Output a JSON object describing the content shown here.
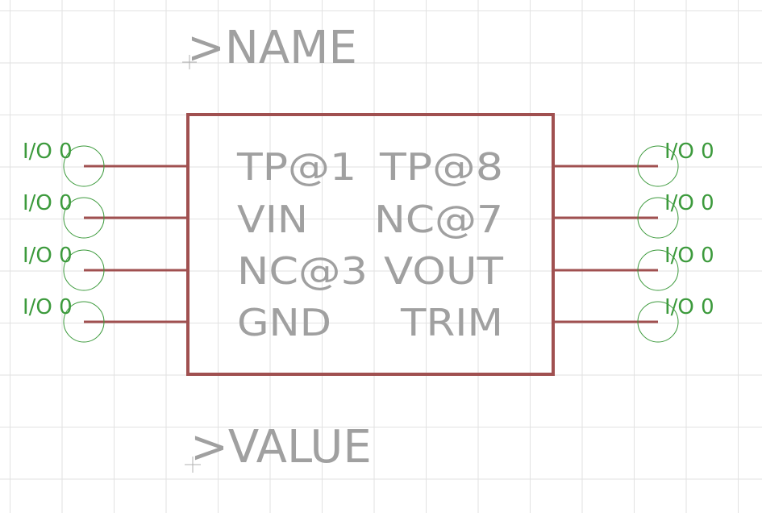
{
  "symbol": {
    "name_placeholder": ">NAME",
    "value_placeholder": ">VALUE",
    "pins_left": [
      "TP@1",
      "VIN",
      "NC@3",
      "GND"
    ],
    "pins_right": [
      "TP@8",
      "NC@7",
      "VOUT",
      "TRIM"
    ],
    "pin_io_label": "I/O 0"
  },
  "colors": {
    "background": "#ffffff",
    "grid": "#e2e2e2",
    "body_outline": "#a05050",
    "pin_line": "#a05050",
    "text": "#a0a0a0",
    "pin_label": "#3c9a3c"
  }
}
